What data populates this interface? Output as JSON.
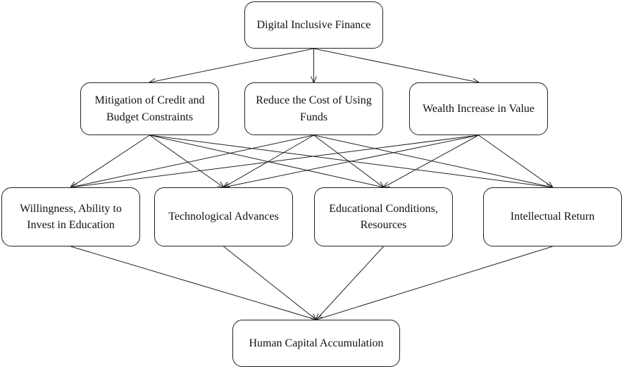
{
  "nodes": {
    "dif": "Digital Inclusive Finance",
    "credit": "Mitigation of Credit and\nBudget Constraints",
    "cost": "Reduce the Cost of Using\nFunds",
    "wealth": "Wealth Increase in Value",
    "willingness": "Willingness, Ability to\nInvest in Education",
    "tech": "Technological Advances",
    "edu": "Educational Conditions,\nResources",
    "intel": "Intellectual Return",
    "hca": "Human Capital Accumulation"
  },
  "edges": [
    [
      "dif",
      "credit"
    ],
    [
      "dif",
      "cost"
    ],
    [
      "dif",
      "wealth"
    ],
    [
      "credit",
      "willingness"
    ],
    [
      "credit",
      "tech"
    ],
    [
      "credit",
      "edu"
    ],
    [
      "credit",
      "intel"
    ],
    [
      "cost",
      "willingness"
    ],
    [
      "cost",
      "tech"
    ],
    [
      "cost",
      "edu"
    ],
    [
      "cost",
      "intel"
    ],
    [
      "wealth",
      "willingness"
    ],
    [
      "wealth",
      "tech"
    ],
    [
      "wealth",
      "edu"
    ],
    [
      "wealth",
      "intel"
    ],
    [
      "willingness",
      "hca"
    ],
    [
      "tech",
      "hca"
    ],
    [
      "edu",
      "hca"
    ],
    [
      "intel",
      "hca"
    ]
  ]
}
